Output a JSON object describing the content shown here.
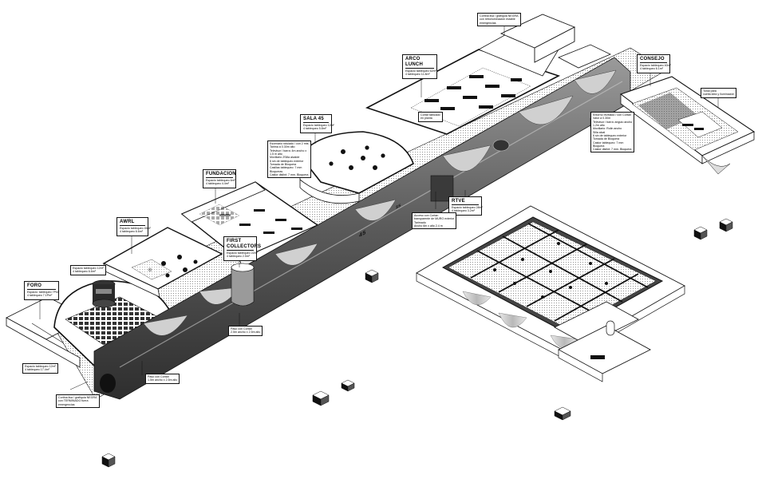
{
  "rooms": {
    "foro": {
      "title": "FORO",
      "lines": [
        "Espacio: tablequeo 7Pm²",
        "4 tablequeo 7.1Pm²"
      ]
    },
    "awrl": {
      "title": "AWRL",
      "lines": [
        "Espacio tablequeo 45m²",
        "4 tablequeo 6.6m²"
      ]
    },
    "fundacion": {
      "title": "FUNDACION",
      "lines": [
        "Espacio tablequeo 6m²",
        "4 tablequeo 4.4m²"
      ]
    },
    "first_collectors": {
      "title": "FIRST COLLECTORS",
      "lines": [
        "Espacio tablequeo 22m²",
        "4 tablequeo 2.5m²"
      ]
    },
    "sala45": {
      "title": "SALA 45",
      "lines": [
        "Espacio tablequeo 12m²",
        "4 tablequeo 5.8m²"
      ]
    },
    "arco_lunch": {
      "title": "ARCO LUNCH",
      "lines": [
        "Espacio tablequeo 62m²",
        "4 tablequeo 11.8m²"
      ]
    },
    "rtve": {
      "title": "RTVE",
      "lines": [
        "Espacio tablequeo 28m²",
        "4 tablequeo 3.2m²"
      ]
    },
    "consejo": {
      "title": "CONSEJO",
      "lines": [
        "Espacio tablequeo 40m²",
        "4 tablequeo 6.1m²"
      ]
    }
  },
  "notes": {
    "top_sign": [
      "Cortina lisa / grafiquia NEGRA",
      "con retroiluminación estable",
      "emergencias"
    ],
    "foro_wall": [
      "Espacio tablequeo 12m²",
      "4 tablequeo 17.4m²"
    ],
    "bottom_sign": [
      "Cortina lisa / grafiquia NEGRA",
      "con TERMINADO fuera",
      "emergencias"
    ],
    "mid_passage": [
      "Paso con Cortan",
      "1.5m ancho x 2.5m alto"
    ],
    "lower_passage": [
      "Paso con Cortan",
      "2.5m ancho x 2.5m alto"
    ],
    "awrl_tag": [
      "Espacio tablequeo 12m²",
      "4 tablequeo 6.6m²"
    ],
    "fundacion_spec": [
      "Escenario rotulado / con 2 mts",
      "Tarima a 0.30m alto",
      "Televisor / barra: 4m ancho x",
      "1.5 m alto",
      "Moviliario 2Silla alcalde",
      "6 sin de tablequeo exterior",
      "Tomada de Bloquera",
      "Casillas tablequeo: 7 mm",
      "Bloqueras",
      "Castor distint: 7 mm. Bloquera"
    ],
    "rtve_access": [
      "Acceso con Cortan",
      "transparente de MURO exterior",
      "Tarimado",
      "Ancho 6m x alto 2.4 m"
    ],
    "arco_note": [
      "Cortar tabicado",
      "en planta"
    ],
    "consejo_note": [
      "Tonal para",
      "vuelta idea y Iluminación"
    ],
    "consejo_spec": [
      "Entorno revelado / con Cortan",
      "Valor a 0.30m",
      "Televisor / barra: angulo ancho",
      "1.2m alto",
      "Moviliario: Rolin ancho",
      "Silla alcal",
      "6 sin de tablequeo exterior",
      "Tomada de Bloquera",
      "Castor tablequeo: 7 mm",
      "Bloquera",
      "Castor distint: 7 mm. Bloquera"
    ]
  },
  "floor_numbers": {
    "n45": "45",
    "n35": "35"
  }
}
